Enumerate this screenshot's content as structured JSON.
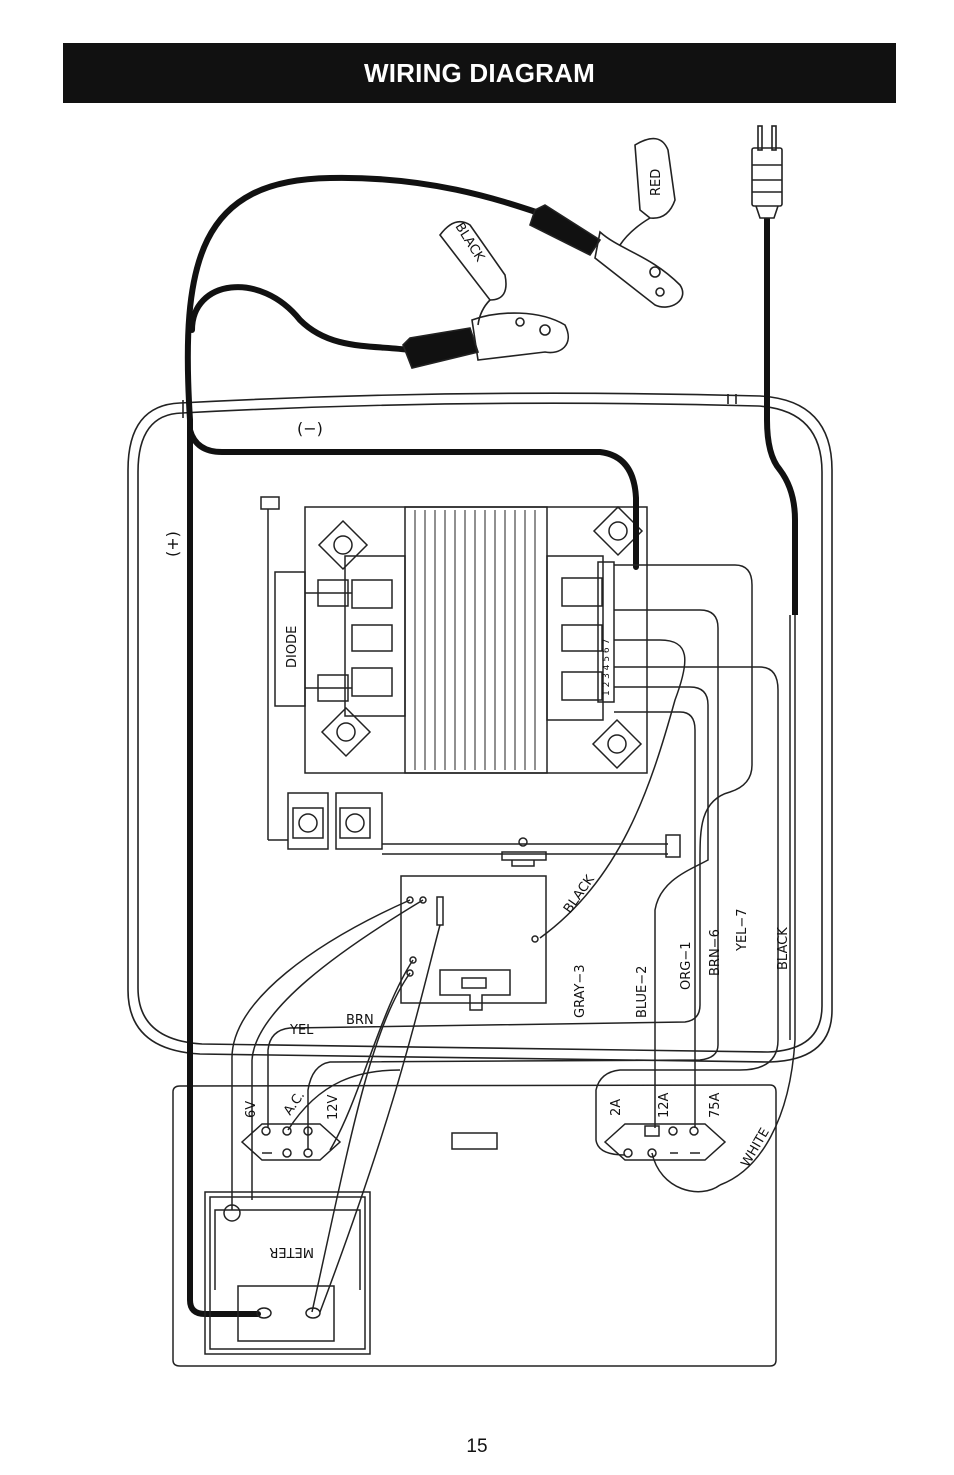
{
  "header": {
    "title": "WIRING DIAGRAM"
  },
  "labels": {
    "clamp_black": "BLACK",
    "clamp_red": "RED",
    "negative": "(−)",
    "positive": "(+)",
    "diode": "DIODE",
    "wire_black_timer": "BLACK",
    "wire_gray": "GRAY−3",
    "wire_blue": "BLUE−2",
    "wire_org": "ORG−1",
    "wire_brn": "BRN−6",
    "wire_yel": "YEL−7",
    "wire_black_cord": "BLACK",
    "yel": "YEL",
    "brn": "BRN",
    "sw_6v": "6V",
    "sw_ac": "A.C.",
    "sw_12v": "12V",
    "sw_2a": "2A",
    "sw_12a": "12A",
    "sw_75a": "75A",
    "white": "WHITE",
    "meter": "METER",
    "tap_numbers": "1 2 3 4 5 6 7"
  },
  "footer": {
    "page_number": "15"
  },
  "colors": {
    "wire": "#111111",
    "banner": "#111111",
    "background": "#ffffff"
  }
}
